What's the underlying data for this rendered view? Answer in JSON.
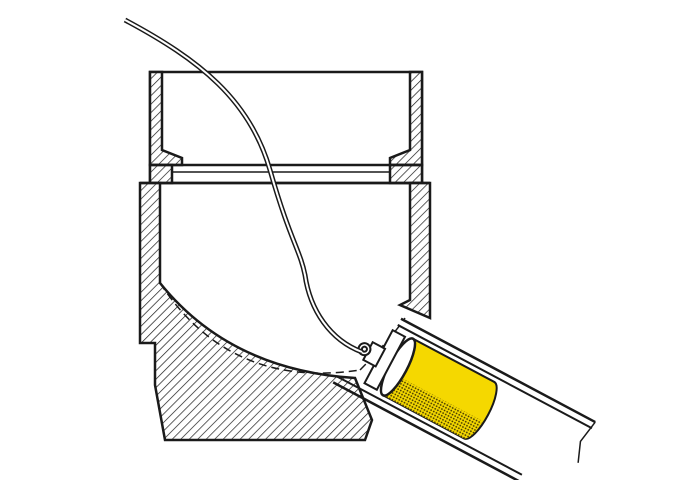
{
  "diagram": {
    "colors": {
      "background": "#ffffff",
      "line": "#1a1a1a",
      "cylinder": "#f5d800",
      "cylinder_shade": "#6b5a00"
    },
    "parts": [
      "upper-housing",
      "lower-housing",
      "cable",
      "angled-tube",
      "yellow-cylinder",
      "connector"
    ]
  }
}
